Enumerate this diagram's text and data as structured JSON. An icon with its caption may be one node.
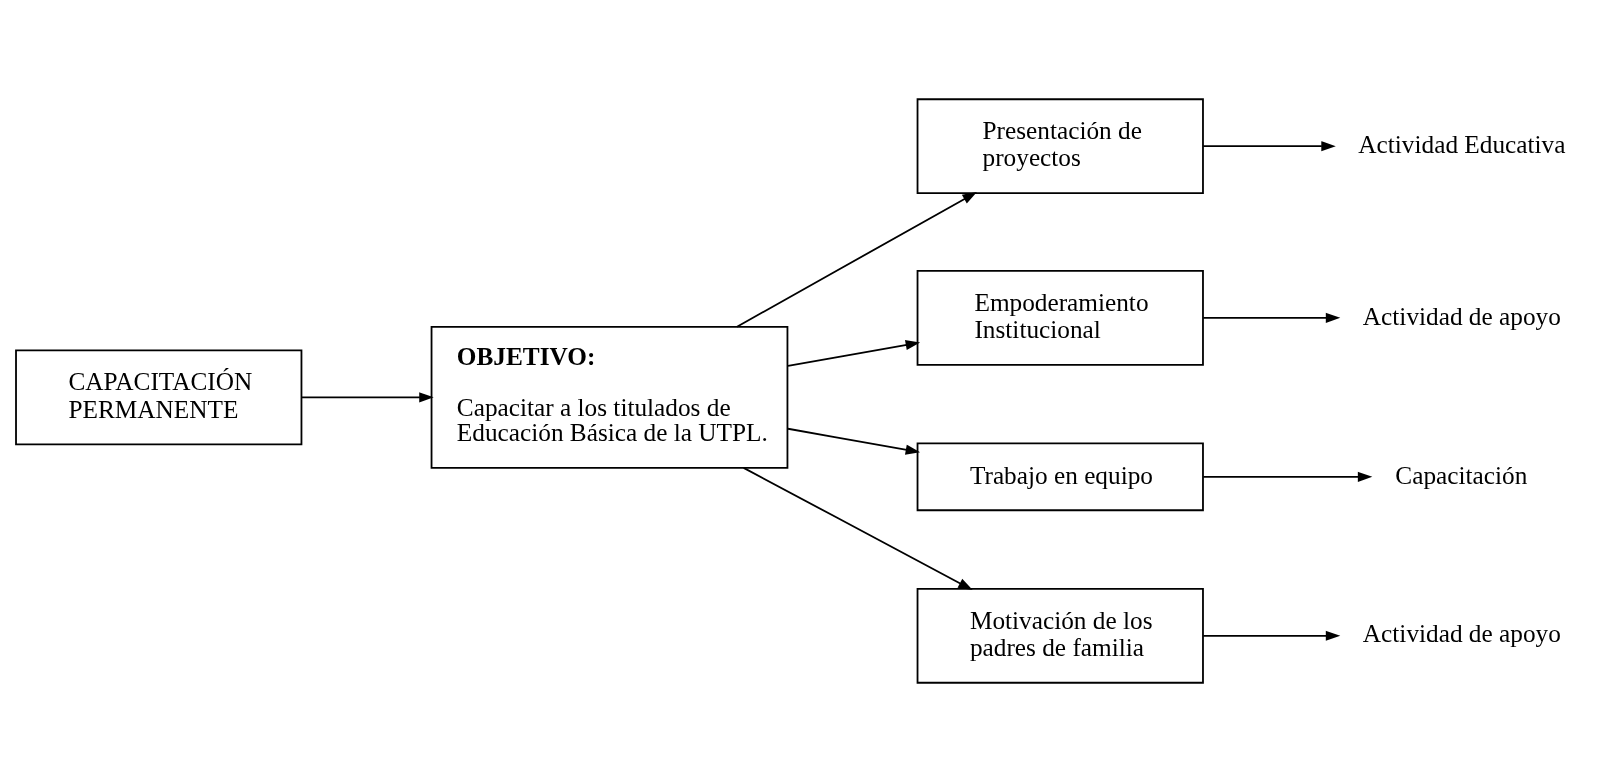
{
  "diagram": {
    "nodes": [
      {
        "text": [
          "CAPACITACIÓN PERMANENTE"
        ]
      },
      {
        "text": [
          "OBJETIVO:",
          "Capacitar a los titulados de Educación Básica de la UTPL."
        ]
      },
      {
        "text": [
          "Presentación de proyectos"
        ]
      },
      {
        "text": [
          "Empoderamiento Institucional"
        ]
      },
      {
        "text": [
          "Trabajo en equipo"
        ]
      },
      {
        "text": [
          "Motivación de los padres de familia"
        ]
      },
      {
        "text": [
          "Actividad Educativa"
        ]
      },
      {
        "text": [
          "Actividad de apoyo"
        ]
      },
      {
        "text": [
          "Capacitación"
        ]
      },
      {
        "text": [
          "Actividad de apoyo"
        ]
      }
    ],
    "edges": [
      {
        "from": 0,
        "to": 1,
        "arrow": "to"
      },
      {
        "from": 1,
        "to": 2,
        "arrow": "to"
      },
      {
        "from": 1,
        "to": 3,
        "arrow": "to"
      },
      {
        "from": 1,
        "to": 4,
        "arrow": "to"
      },
      {
        "from": 1,
        "to": 5,
        "arrow": "to"
      },
      {
        "from": 2,
        "to": 6,
        "arrow": "to"
      },
      {
        "from": 3,
        "to": 7,
        "arrow": "to"
      },
      {
        "from": 4,
        "to": 8,
        "arrow": "to"
      },
      {
        "from": 5,
        "to": 9,
        "arrow": "to"
      }
    ]
  }
}
